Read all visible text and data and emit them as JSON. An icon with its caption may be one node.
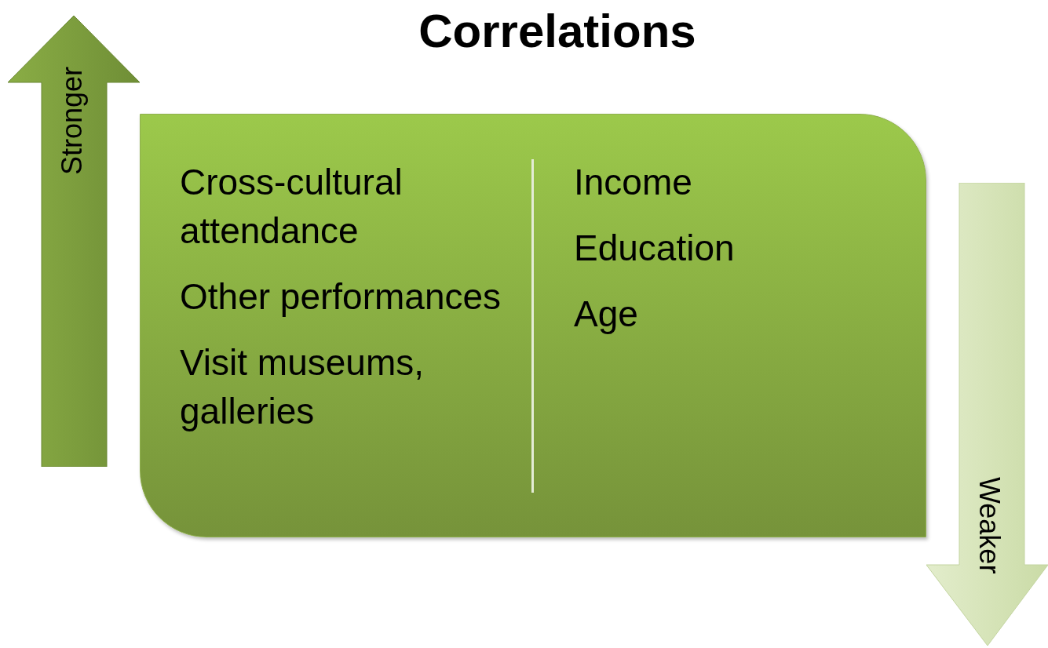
{
  "diagram": {
    "title": "Correlations",
    "nodes": [
      {
        "text": [
          "Cross-cultural attendance",
          "Other performances",
          "Visit museums, galleries",
          "Income",
          "Education",
          "Age"
        ]
      },
      {
        "text": [
          "Stronger"
        ]
      },
      {
        "text": [
          "Weaker"
        ]
      }
    ]
  }
}
